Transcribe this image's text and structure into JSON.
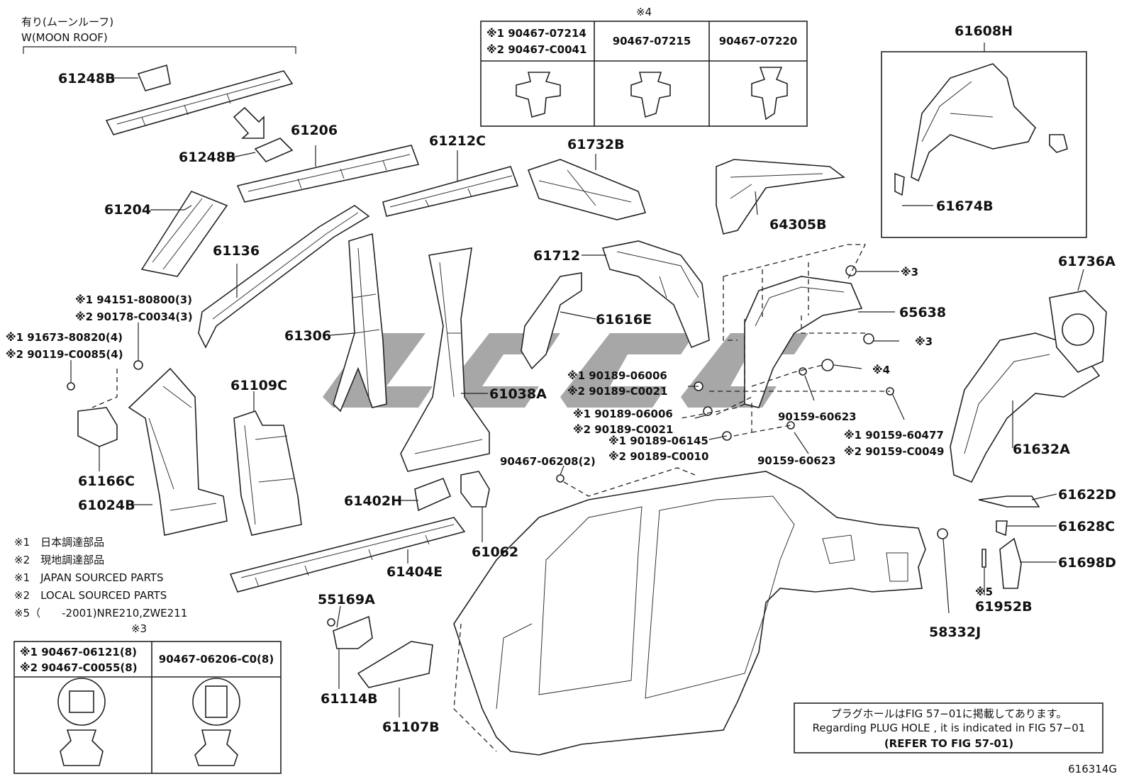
{
  "diagram": {
    "figure_code": "616314G",
    "moon_roof": {
      "jp": "有り(ムーンルーフ)",
      "en": "W(MOON ROOF)"
    },
    "labels": {
      "p61248B_a": "61248B",
      "p61248B_b": "61248B",
      "p61206": "61206",
      "p61204": "61204",
      "p61136": "61136",
      "p61212C": "61212C",
      "p61732B": "61732B",
      "p64305B": "64305B",
      "p61608H": "61608H",
      "p61674B": "61674B",
      "p61712": "61712",
      "p61616E": "61616E",
      "p65638": "65638",
      "p61736A": "61736A",
      "p61632A": "61632A",
      "p61306": "61306",
      "p61038A": "61038A",
      "p61109C": "61109C",
      "p61166C": "61166C",
      "p61024B": "61024B",
      "p61402H": "61402H",
      "p61062": "61062",
      "p61404E": "61404E",
      "p55169A": "55169A",
      "p61114B": "61114B",
      "p61107B": "61107B",
      "p61622D": "61622D",
      "p61628C": "61628C",
      "p61698D": "61698D",
      "p61952B": "61952B",
      "p58332J": "58332J"
    },
    "fasteners": {
      "f_9415180800": "※1 94151-80800(3)",
      "f_90178C0034": "※2 90178-C0034(3)",
      "f_9167380820": "※1 91673-80820(4)",
      "f_90119C0085": "※2 90119-C0085(4)",
      "f_9018906006a": "※1 90189-06006",
      "f_90189C0021a": "※2 90189-C0021",
      "f_9018906006b": "※1 90189-06006",
      "f_90189C0021b": "※2 90189-C0021",
      "f_9018906145": "※1 90189-06145",
      "f_90189C0010": "※2 90189-C0010",
      "f_9015960623a": "90159-60623",
      "f_9015960623b": "90159-60623",
      "f_9015960477": "※1 90159-60477",
      "f_90159C0049": "※2 90159-C0049",
      "f_9046706208": "90467-06208(2)",
      "m3a": "※3",
      "m3b": "※3",
      "m4": "※4",
      "m5": "※5"
    },
    "table4": {
      "title": "※4",
      "col1_line1": "※1 90467-07214",
      "col1_line2": "※2 90467-C0041",
      "col2": "90467-07215",
      "col3": "90467-07220"
    },
    "table3": {
      "title": "※3",
      "col1_line1": "※1 90467-06121(8)",
      "col1_line2": "※2 90467-C0055(8)",
      "col2": "90467-06206-C0(8)"
    },
    "legend": [
      "※1　日本調達部品",
      "※2　現地調達部品",
      "※1　JAPAN SOURCED PARTS",
      "※2　LOCAL SOURCED PARTS",
      "※5（　　-2001)NRE210,ZWE211"
    ],
    "note": {
      "jp": "プラグホールはFIG 57−01に掲載してあります。",
      "en": "Regarding  PLUG  HOLE , it is indicated in FIG  57−01",
      "ref": "(REFER TO FIG 57-01)"
    }
  }
}
